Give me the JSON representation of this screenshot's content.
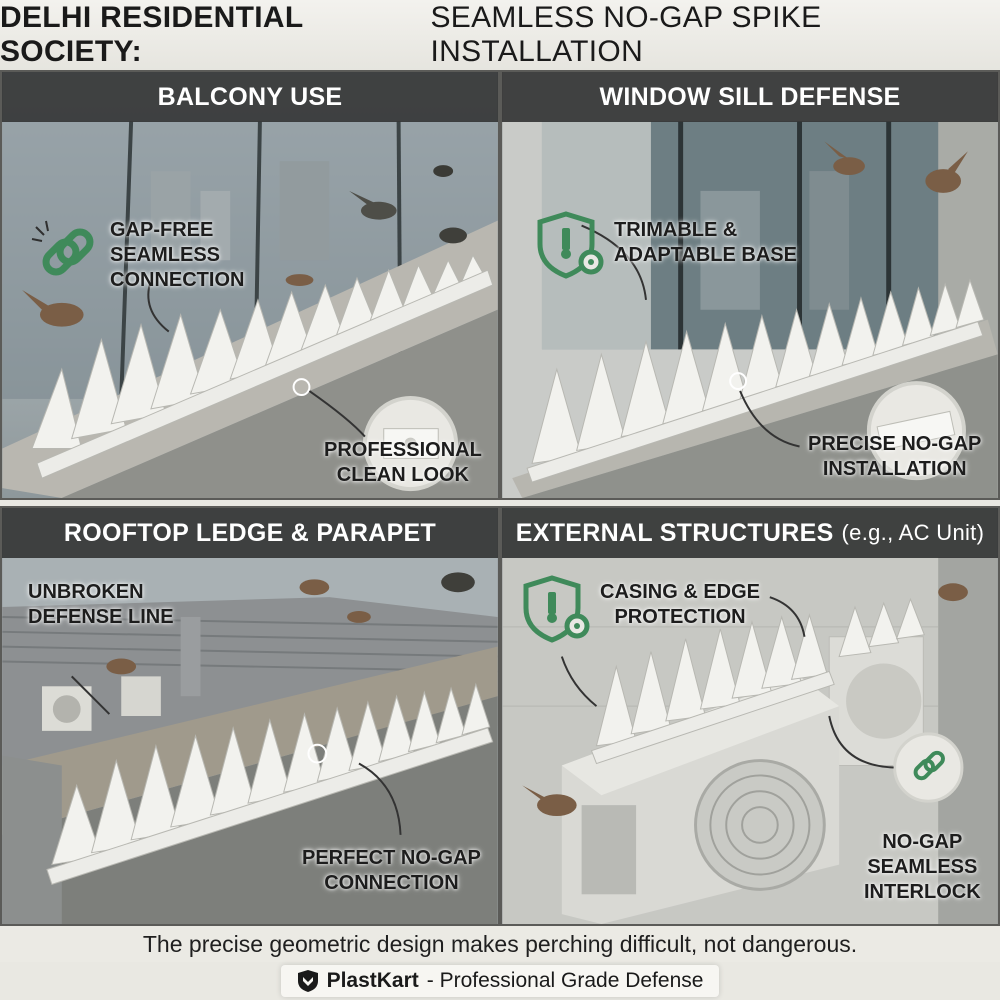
{
  "title": {
    "bold": "DELHI RESIDENTIAL SOCIETY:",
    "rest": "SEAMLESS NO-GAP SPIKE INSTALLATION"
  },
  "panels": [
    {
      "header": "BALCONY USE",
      "labels": {
        "feature": "GAP-FREE\nSEAMLESS\nCONNECTION",
        "bottom": "PROFESSIONAL\nCLEAN LOOK"
      },
      "icon": "chain-link-icon"
    },
    {
      "header": "WINDOW SILL DEFENSE",
      "labels": {
        "feature": "TRIMABLE &\nADAPTABLE BASE",
        "bottom": "PRECISE NO-GAP\nINSTALLATION"
      },
      "icon": "shield-gear-icon"
    },
    {
      "header": "ROOFTOP LEDGE & PARAPET",
      "labels": {
        "feature": "UNBROKEN\nDEFENSE LINE",
        "bottom": "PERFECT NO-GAP\nCONNECTION"
      }
    },
    {
      "header": "EXTERNAL STRUCTURES",
      "header_sub": "(e.g., AC Unit)",
      "labels": {
        "feature": "CASING & EDGE\nPROTECTION",
        "bottom": "NO-GAP\nSEAMLESS\nINTERLOCK"
      },
      "icon": "shield-gear-icon"
    }
  ],
  "caption": "The precise geometric design makes perching difficult, not dangerous.",
  "brand": {
    "name": "PlastKart",
    "tagline": "- Professional Grade Defense",
    "icon": "shield-logo-icon"
  },
  "colors": {
    "icon_green": "#3f8a5a",
    "header_bg": "#2c2e2e",
    "spike_white": "#f2f2ee"
  }
}
